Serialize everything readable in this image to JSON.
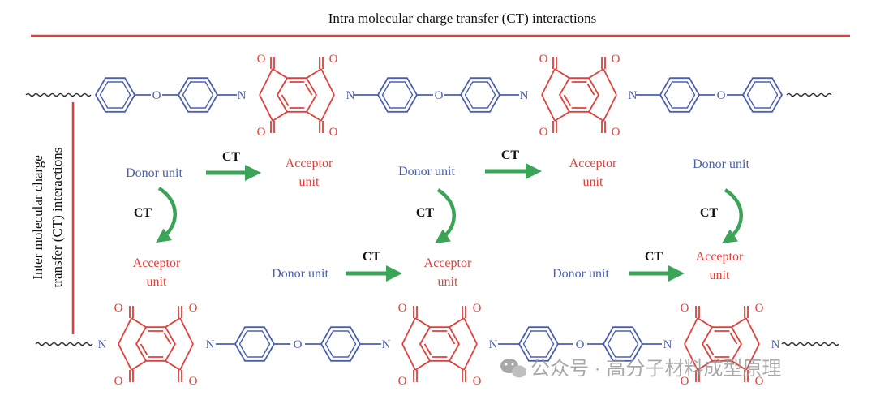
{
  "colors": {
    "donor": "#4a5fb0",
    "acceptor": "#e0403a",
    "arrow": "#3aa556",
    "rule": "#e0403a",
    "text": "#111111",
    "watermark": "#9a9a9a"
  },
  "title_intra": "Intra molecular charge transfer (CT) interactions",
  "title_inter_line1": "Inter molecular charge",
  "title_inter_line2": "transfer (CT) interactions",
  "ct": "CT",
  "donor": "Donor unit",
  "acceptor_l1": "Acceptor",
  "acceptor_l2": "unit",
  "atom_o": "O",
  "atom_n": "N",
  "watermark": "公众号 · 高分子材料成型原理"
}
